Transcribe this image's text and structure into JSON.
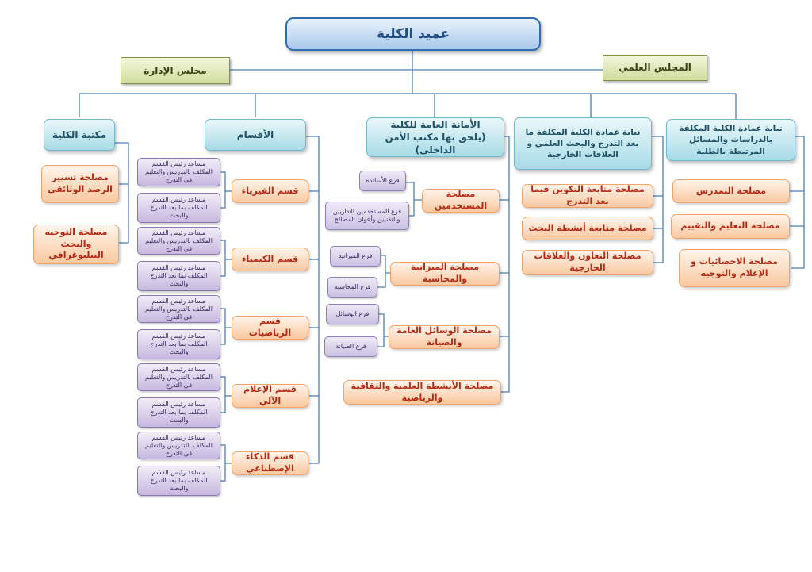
{
  "dean": "عميد الكلية",
  "admin_council": "مجلس الإدارة",
  "scientific_council": "المجلس العلمي",
  "library": {
    "title": "مكتبة الكلية",
    "services": [
      "مصلحة تسيير الرصد الوثائقي",
      "مصلحة التوجيه والبحث الببليوغرافي"
    ]
  },
  "departments": {
    "title": "الأقسام",
    "assistant_teaching": "مساعد رئيس القسم المكلف بالتدريس والتعليم في التدرج",
    "assistant_postgrad": "مساعد رئيس القسم المكلف بما بعد التدرج والبحث",
    "items": [
      "قسم الفيزياء",
      "قسم الكيمياء",
      "قسم الرياضيات",
      "قسم الإعلام الآلي",
      "قسم الذكاء الإصطناعي"
    ]
  },
  "secretariat": {
    "title": "الأمانة العامة للكلية",
    "subtitle": "(يلحق بها مكتب الأمن الداخلي)",
    "services": {
      "staff": "مصلحة المستخدمين",
      "budget": "مصلحة الميزانية والمحاسبة",
      "means": "مصلحة الوسائل العامة والصيانة",
      "activities": "مصلحة الأنشطة العلمية والثقافية والرياضية"
    },
    "branches": {
      "professors": "فرع الأساتذة",
      "admin_staff": "فرع المستخدمين الاداريين والتقنيين وأعوان المصالح",
      "budget": "فرع الميزانية",
      "accounting": "فرع المحاسبة",
      "means": "فرع الوسائل",
      "maintenance": "فرع الصيانة"
    }
  },
  "vice_postgrad": {
    "title": "نيابة عمادة الكلية المكلفة ما بعد التدرج والبحث العلمي و العلاقات الخارجية",
    "services": [
      "مصلحة متابعة التكوين فيما بعد التدرج",
      "مصلحة متابعة أنشطة البحث",
      "مصلحة التعاون والعلاقات الخارجية"
    ]
  },
  "vice_studies": {
    "title": "نيابة عمادة الكلية المكلفة بالدراسات والمسائل المرتبطة بالطلبة",
    "services": [
      "مصلحة التمدرس",
      "مصلحة التعليم والتقييم",
      "مصلحة الاحصائيات و الإعلام والتوجيه"
    ]
  },
  "colors": {
    "line": "#4a7fb8",
    "orange_text": "#b22a16"
  }
}
